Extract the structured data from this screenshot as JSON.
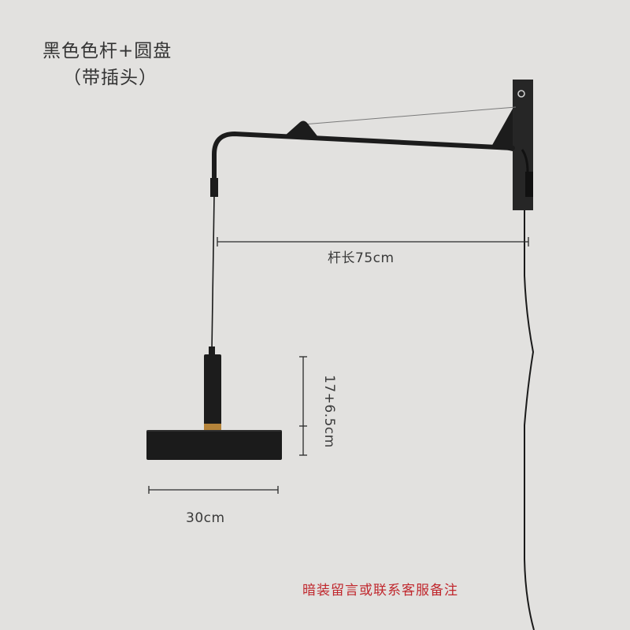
{
  "title": {
    "line1": "黑色色杆+圆盘",
    "line2": "（带插头）"
  },
  "dimensions": {
    "rod_length": "杆长75cm",
    "shade_height": "17+6.5cm",
    "shade_width": "30cm"
  },
  "note": "暗装留言或联系客服备注",
  "colors": {
    "background": "#e2e1df",
    "lamp": "#1c1c1c",
    "accent_brass": "#b5843a",
    "note_red": "#c0272d",
    "text": "#333333"
  }
}
